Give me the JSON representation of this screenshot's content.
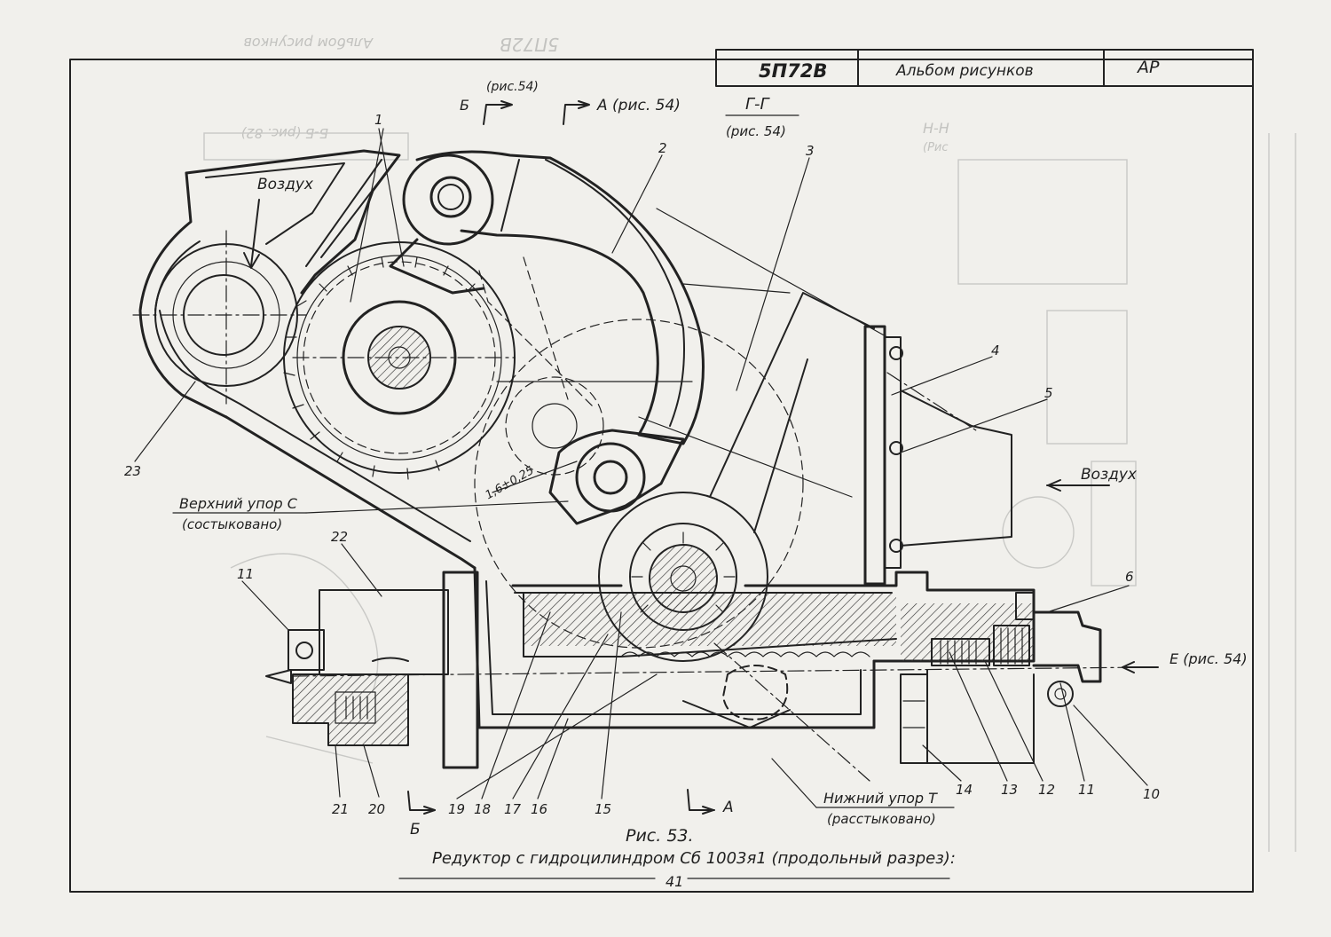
{
  "title_block": {
    "code": "5П72В",
    "album": "Альбом рисунков",
    "mark": "АР"
  },
  "section_marks": {
    "b": "Б",
    "b_ref": "(рис.54)",
    "a": "А (рис. 54)",
    "g_section": "Г-Г",
    "g_ref": "(рис. 54)",
    "e_ref": "Е (рис. 54)",
    "bottom_b": "Б",
    "bottom_a": "А"
  },
  "annotations": {
    "air_top": "Воздух",
    "air_right": "Воздух",
    "upper_stop": "Верхний упор С",
    "upper_stop_note": "(состыковано)",
    "lower_stop": "Нижний упор Т",
    "lower_stop_note": "(расстыковано)",
    "tolerance": "1,6±0,25"
  },
  "callouts": [
    "1",
    "2",
    "3",
    "4",
    "5",
    "6",
    "10",
    "11",
    "11",
    "12",
    "13",
    "14",
    "15",
    "16",
    "17",
    "18",
    "19",
    "20",
    "21",
    "22",
    "23"
  ],
  "caption": {
    "figure": "Рис. 53.",
    "text": "Редуктор с гидроцилиндром Сб 1003я1 (продольный разрез):",
    "page": "41"
  },
  "bleed_text": {
    "top_code": "5П72В",
    "top_album": "Альбом рисунков",
    "section": "Б-Б (рис. 82)",
    "hh": "Н-Н",
    "hh_ref": "(Рис"
  }
}
